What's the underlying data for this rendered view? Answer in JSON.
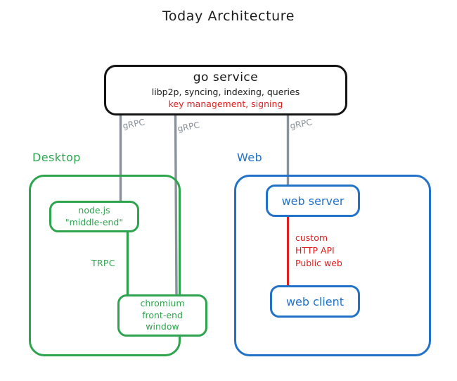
{
  "diagram": {
    "title": "Today Architecture",
    "colors": {
      "black": "#141414",
      "green": "#2ea44f",
      "blue": "#2272c8",
      "red": "#e02020",
      "gray": "#8a9199"
    }
  },
  "go_service": {
    "title": "go service",
    "line2": "libp2p, syncing, indexing, queries",
    "line3": "key management, signing"
  },
  "groups": {
    "desktop": {
      "label": "Desktop"
    },
    "web": {
      "label": "Web"
    }
  },
  "nodes": {
    "nodejs": {
      "line1": "node.js",
      "line2": "\"middle-end\""
    },
    "chromium": {
      "line1": "chromium",
      "line2": "front-end",
      "line3": "window"
    },
    "web_server": {
      "label": "web server"
    },
    "web_client": {
      "label": "web client"
    }
  },
  "edges": {
    "grpc_1": {
      "label": "gRPC"
    },
    "grpc_2": {
      "label": "gRPC"
    },
    "grpc_3": {
      "label": "gRPC"
    },
    "trpc": {
      "label": "TRPC"
    },
    "http_api": {
      "line1": "custom",
      "line2": "HTTP API",
      "line3": "Public web"
    }
  }
}
